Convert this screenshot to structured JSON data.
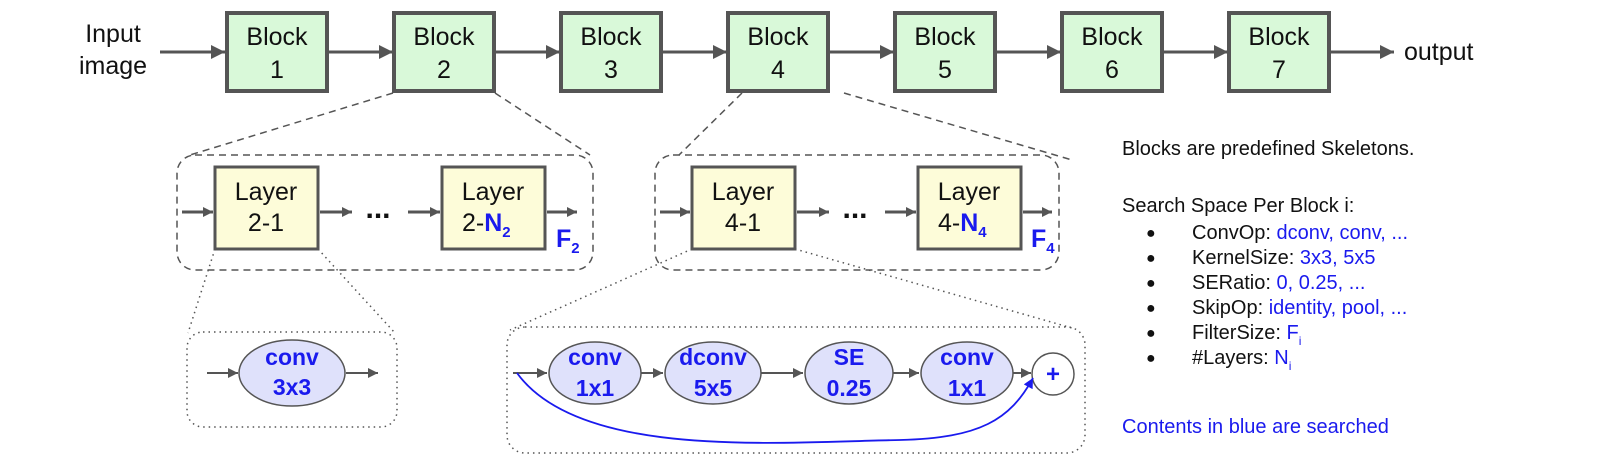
{
  "pipeline": {
    "input_label": [
      "Input",
      "image"
    ],
    "output_label": "output",
    "blocks": [
      {
        "title": "Block",
        "number": "1"
      },
      {
        "title": "Block",
        "number": "2"
      },
      {
        "title": "Block",
        "number": "3"
      },
      {
        "title": "Block",
        "number": "4"
      },
      {
        "title": "Block",
        "number": "5"
      },
      {
        "title": "Block",
        "number": "6"
      },
      {
        "title": "Block",
        "number": "7"
      }
    ]
  },
  "block2_detail": {
    "first_layer": {
      "title": "Layer",
      "label": "2-1"
    },
    "last_layer": {
      "title": "Layer",
      "prefix": "2-",
      "n": "N",
      "n_sub": "2"
    },
    "ellipsis": "...",
    "filter": {
      "f": "F",
      "sub": "2"
    }
  },
  "block4_detail": {
    "first_layer": {
      "title": "Layer",
      "label": "4-1"
    },
    "last_layer": {
      "title": "Layer",
      "prefix": "4-",
      "n": "N",
      "n_sub": "4"
    },
    "ellipsis": "...",
    "filter": {
      "f": "F",
      "sub": "4"
    }
  },
  "layer2_ops": [
    {
      "line1": "conv",
      "line2": "3x3"
    }
  ],
  "layer4_ops": [
    {
      "line1": "conv",
      "line2": "1x1"
    },
    {
      "line1": "dconv",
      "line2": "5x5"
    },
    {
      "line1": "SE",
      "line2": "0.25"
    },
    {
      "line1": "conv",
      "line2": "1x1"
    }
  ],
  "add_symbol": "+",
  "legend": {
    "heading": "Blocks are predefined Skeletons.",
    "search_title": "Search Space Per Block i:",
    "bullet": "●",
    "items": [
      {
        "label": "ConvOp: ",
        "value": "dconv, conv, ...",
        "sub": ""
      },
      {
        "label": "KernelSize: ",
        "value": "3x3, 5x5",
        "sub": ""
      },
      {
        "label": "SERatio: ",
        "value": "0, 0.25, ...",
        "sub": ""
      },
      {
        "label": "SkipOp: ",
        "value": "identity, pool, ...",
        "sub": ""
      },
      {
        "label": "FilterSize: ",
        "value": "F",
        "sub": "i"
      },
      {
        "label": "#Layers: ",
        "value": "N",
        "sub": "i"
      }
    ],
    "footer": "Contents in blue are searched"
  },
  "colors": {
    "block_fill": "#d9f9d9",
    "layer_fill": "#fdfcd9",
    "op_fill": "#dfe1fb",
    "searched_blue": "#1a1aee",
    "stroke": "#555555"
  }
}
